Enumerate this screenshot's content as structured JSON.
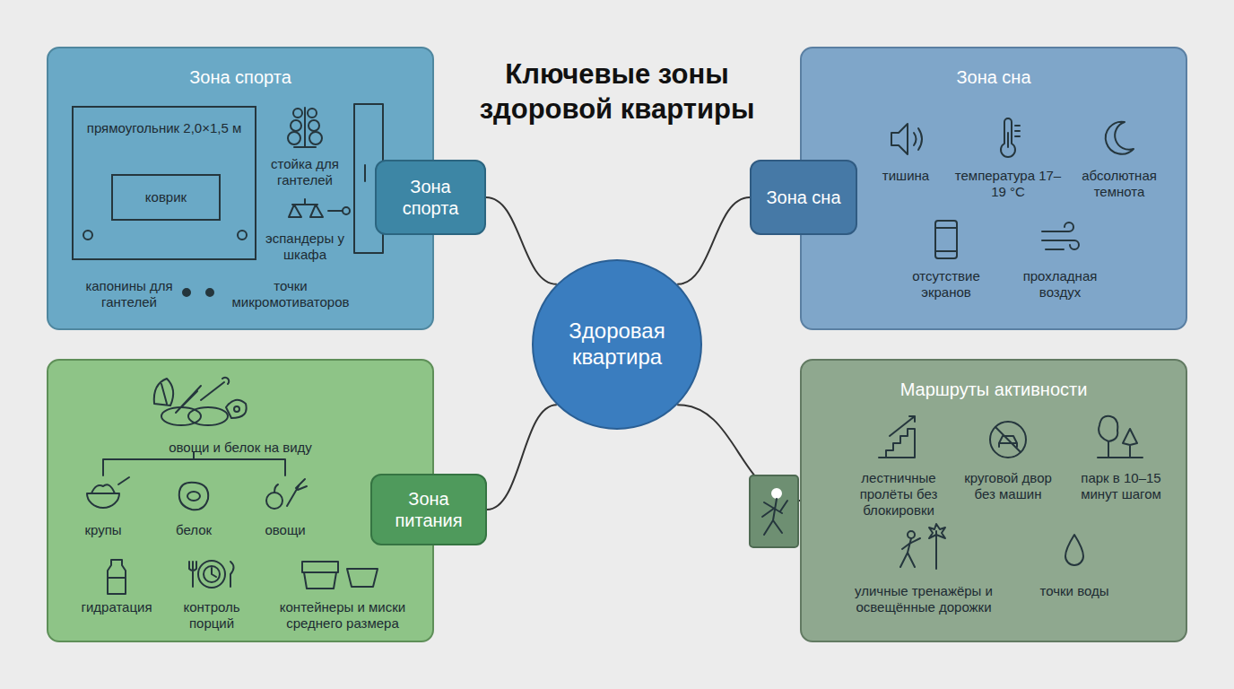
{
  "diagram": {
    "title": "Ключевые зоны здоровой квартиры",
    "nodes": [
      {
        "text": [
          "Зона спорта"
        ]
      },
      {
        "text": [
          "прямоугольник 2,0×1,5 м"
        ],
        "in": 0
      },
      {
        "text": [
          "коврик"
        ],
        "in": 1
      },
      {
        "text": [
          "Зона спорта"
        ]
      },
      {
        "text": [
          "Зона сна"
        ]
      },
      {
        "text": [
          "Зона сна"
        ]
      },
      {
        "text": [
          "Здоровая квартира"
        ]
      },
      {
        "text": [
          "овощи и белок на виду"
        ]
      },
      {
        "text": [
          "Зона питания"
        ]
      },
      {
        "text": [
          "Маршруты активности"
        ]
      }
    ],
    "edges": [
      {
        "from": 6,
        "to": 3,
        "arrow": "none"
      },
      {
        "from": 6,
        "to": 5,
        "arrow": "none"
      },
      {
        "from": 6,
        "to": 8,
        "arrow": "none"
      },
      {
        "from": 6,
        "to": 9,
        "arrow": "none"
      }
    ],
    "labels": [
      "стойка для гантелей",
      "эспандеры у шкафа",
      "капонины для гантелей",
      "точки микромотиваторов",
      "тишина",
      "температура 17–19 °C",
      "абсолютная темнота",
      "отсутствие экранов",
      "прохладная воздух",
      "крупы",
      "белок",
      "овощи",
      "гидратация",
      "контроль порций",
      "контейнеры и миски среднего размера",
      "лестничные пролёты без блокировки",
      "круговой двор без машин",
      "парк в 10–15 минут шагом",
      "уличные тренажёры и освещённые дорожки",
      "точки воды"
    ]
  }
}
